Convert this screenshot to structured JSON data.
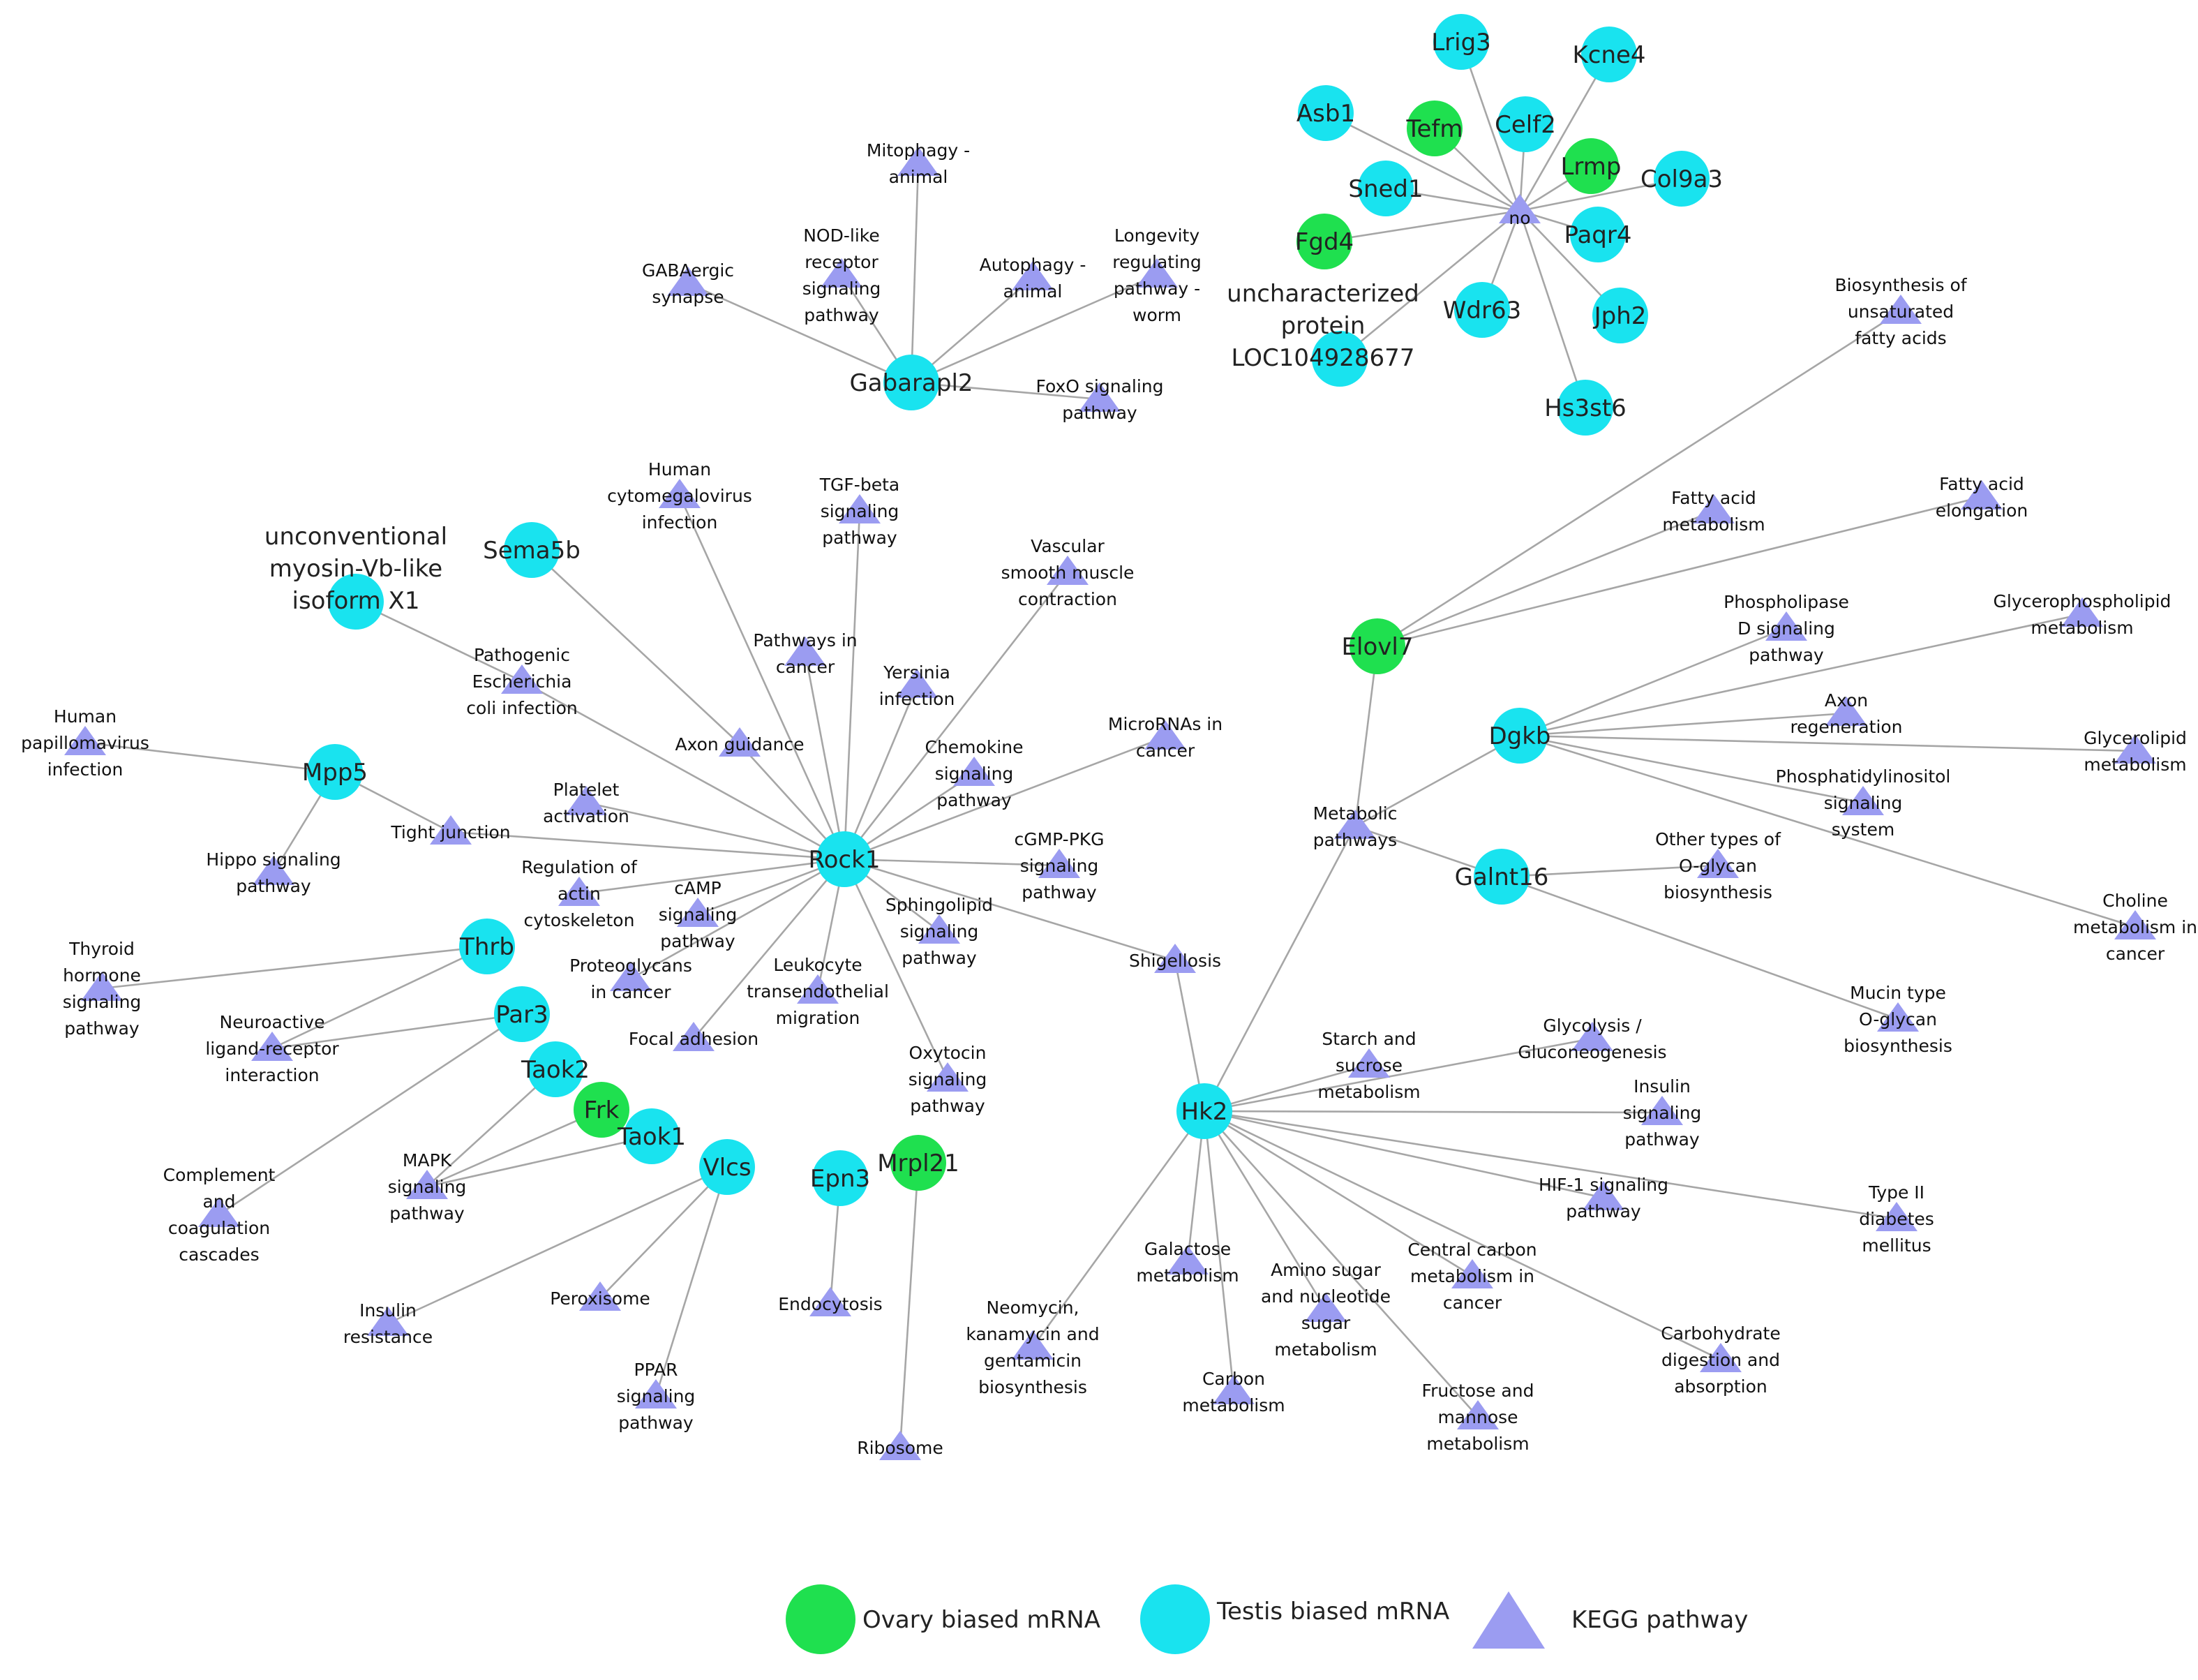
{
  "colors": {
    "ovary": "#1fe04f",
    "testis": "#19e3ef",
    "pathway": "#9b9cf1",
    "edge": "#a6a6a6"
  },
  "legend": {
    "ovary": "Ovary biased mRNA",
    "testis": "Testis biased mRNA",
    "pathway": "KEGG pathway"
  },
  "nodes": [
    {
      "id": "Gabarapl2",
      "label": "Gabarapl2",
      "kind": "testis"
    },
    {
      "id": "Rock1",
      "label": "Rock1",
      "kind": "testis"
    },
    {
      "id": "Hk2",
      "label": "Hk2",
      "kind": "testis"
    },
    {
      "id": "Dgkb",
      "label": "Dgkb",
      "kind": "testis"
    },
    {
      "id": "Galnt16",
      "label": "Galnt16",
      "kind": "testis"
    },
    {
      "id": "Elovl7",
      "label": "Elovl7",
      "kind": "ovary"
    },
    {
      "id": "Mpp5",
      "label": "Mpp5",
      "kind": "testis"
    },
    {
      "id": "Sema5b",
      "label": "Sema5b",
      "kind": "testis"
    },
    {
      "id": "Myo5b",
      "label": "unconventional\nmyosin-Vb-like\nisoform X1",
      "kind": "testis"
    },
    {
      "id": "Thrb",
      "label": "Thrb",
      "kind": "testis"
    },
    {
      "id": "Par3",
      "label": "Par3",
      "kind": "testis"
    },
    {
      "id": "Taok2",
      "label": "Taok2",
      "kind": "testis"
    },
    {
      "id": "Frk",
      "label": "Frk",
      "kind": "ovary"
    },
    {
      "id": "Taok1",
      "label": "Taok1",
      "kind": "testis"
    },
    {
      "id": "Vlcs",
      "label": "Vlcs",
      "kind": "testis"
    },
    {
      "id": "Epn3",
      "label": "Epn3",
      "kind": "testis"
    },
    {
      "id": "Mrpl21",
      "label": "Mrpl21",
      "kind": "ovary"
    },
    {
      "id": "Lrig3",
      "label": "Lrig3",
      "kind": "testis"
    },
    {
      "id": "Kcne4",
      "label": "Kcne4",
      "kind": "testis"
    },
    {
      "id": "Asb1",
      "label": "Asb1",
      "kind": "testis"
    },
    {
      "id": "Tefm",
      "label": "Tefm",
      "kind": "ovary"
    },
    {
      "id": "Celf2",
      "label": "Celf2",
      "kind": "testis"
    },
    {
      "id": "Lrmp",
      "label": "Lrmp",
      "kind": "ovary"
    },
    {
      "id": "Col9a3",
      "label": "Col9a3",
      "kind": "testis"
    },
    {
      "id": "Sned1",
      "label": "Sned1",
      "kind": "testis"
    },
    {
      "id": "Fgd4",
      "label": "Fgd4",
      "kind": "ovary"
    },
    {
      "id": "Paqr4",
      "label": "Paqr4",
      "kind": "testis"
    },
    {
      "id": "Wdr63",
      "label": "Wdr63",
      "kind": "testis"
    },
    {
      "id": "Jph2",
      "label": "Jph2",
      "kind": "testis"
    },
    {
      "id": "LOC104928677",
      "label": "uncharacterized\nprotein\nLOC104928677",
      "kind": "testis"
    },
    {
      "id": "Hs3st6",
      "label": "Hs3st6",
      "kind": "testis"
    },
    {
      "id": "no",
      "label": "no",
      "kind": "pathway"
    },
    {
      "id": "p_mitophagy",
      "label": "Mitophagy -\nanimal",
      "kind": "pathway"
    },
    {
      "id": "p_nod",
      "label": "NOD-like\nreceptor\nsignaling\npathway",
      "kind": "pathway"
    },
    {
      "id": "p_gaba",
      "label": "GABAergic\nsynapse",
      "kind": "pathway"
    },
    {
      "id": "p_autophagy",
      "label": "Autophagy -\nanimal",
      "kind": "pathway"
    },
    {
      "id": "p_longevity",
      "label": "Longevity\nregulating\npathway -\nworm",
      "kind": "pathway"
    },
    {
      "id": "p_foxo",
      "label": "FoxO signaling\npathway",
      "kind": "pathway"
    },
    {
      "id": "p_hcmv",
      "label": "Human\ncytomegalovirus\ninfection",
      "kind": "pathway"
    },
    {
      "id": "p_tgf",
      "label": "TGF-beta\nsignaling\npathway",
      "kind": "pathway"
    },
    {
      "id": "p_vsmc",
      "label": "Vascular\nsmooth muscle\ncontraction",
      "kind": "pathway"
    },
    {
      "id": "p_pic",
      "label": "Pathways in\ncancer",
      "kind": "pathway"
    },
    {
      "id": "p_yersinia",
      "label": "Yersinia\ninfection",
      "kind": "pathway"
    },
    {
      "id": "p_ecoli",
      "label": "Pathogenic\nEscherichia\ncoli infection",
      "kind": "pathway"
    },
    {
      "id": "p_axon",
      "label": "Axon guidance",
      "kind": "pathway"
    },
    {
      "id": "p_chemokine",
      "label": "Chemokine\nsignaling\npathway",
      "kind": "pathway"
    },
    {
      "id": "p_mirna",
      "label": "MicroRNAs in\ncancer",
      "kind": "pathway"
    },
    {
      "id": "p_hpv",
      "label": "Human\npapillomavirus\ninfection",
      "kind": "pathway"
    },
    {
      "id": "p_platelet",
      "label": "Platelet\nactivation",
      "kind": "pathway"
    },
    {
      "id": "p_tight",
      "label": "Tight junction",
      "kind": "pathway"
    },
    {
      "id": "p_hippo",
      "label": "Hippo signaling\npathway",
      "kind": "pathway"
    },
    {
      "id": "p_cgmp",
      "label": "cGMP-PKG\nsignaling\npathway",
      "kind": "pathway"
    },
    {
      "id": "p_actin",
      "label": "Regulation of\nactin\ncytoskeleton",
      "kind": "pathway"
    },
    {
      "id": "p_camp",
      "label": "cAMP\nsignaling\npathway",
      "kind": "pathway"
    },
    {
      "id": "p_sphingo",
      "label": "Sphingolipid\nsignaling\npathway",
      "kind": "pathway"
    },
    {
      "id": "p_shigellosis",
      "label": "Shigellosis",
      "kind": "pathway"
    },
    {
      "id": "p_thyroid",
      "label": "Thyroid\nhormone\nsignaling\npathway",
      "kind": "pathway"
    },
    {
      "id": "p_proteo",
      "label": "Proteoglycans\nin cancer",
      "kind": "pathway"
    },
    {
      "id": "p_leuko",
      "label": "Leukocyte\ntransendothelial\nmigration",
      "kind": "pathway"
    },
    {
      "id": "p_neuro",
      "label": "Neuroactive\nligand-receptor\ninteraction",
      "kind": "pathway"
    },
    {
      "id": "p_focal",
      "label": "Focal adhesion",
      "kind": "pathway"
    },
    {
      "id": "p_oxytocin",
      "label": "Oxytocin\nsignaling\npathway",
      "kind": "pathway"
    },
    {
      "id": "p_mapk",
      "label": "MAPK\nsignaling\npathway",
      "kind": "pathway"
    },
    {
      "id": "p_complement",
      "label": "Complement\nand\ncoagulation\ncascades",
      "kind": "pathway"
    },
    {
      "id": "p_peroxisome",
      "label": "Peroxisome",
      "kind": "pathway"
    },
    {
      "id": "p_insres",
      "label": "Insulin\nresistance",
      "kind": "pathway"
    },
    {
      "id": "p_ppar",
      "label": "PPAR\nsignaling\npathway",
      "kind": "pathway"
    },
    {
      "id": "p_endocytosis",
      "label": "Endocytosis",
      "kind": "pathway"
    },
    {
      "id": "p_ribosome",
      "label": "Ribosome",
      "kind": "pathway"
    },
    {
      "id": "p_biounsat",
      "label": "Biosynthesis of\nunsaturated\nfatty acids",
      "kind": "pathway"
    },
    {
      "id": "p_fam",
      "label": "Fatty acid\nmetabolism",
      "kind": "pathway"
    },
    {
      "id": "p_fae",
      "label": "Fatty acid\nelongation",
      "kind": "pathway"
    },
    {
      "id": "p_pld",
      "label": "Phospholipase\nD signaling\npathway",
      "kind": "pathway"
    },
    {
      "id": "p_gpl",
      "label": "Glycerophospholipid\nmetabolism",
      "kind": "pathway"
    },
    {
      "id": "p_axonreg",
      "label": "Axon\nregeneration",
      "kind": "pathway"
    },
    {
      "id": "p_glycerolipid",
      "label": "Glycerolipid\nmetabolism",
      "kind": "pathway"
    },
    {
      "id": "p_metabolic",
      "label": "Metabolic\npathways",
      "kind": "pathway"
    },
    {
      "id": "p_pi",
      "label": "Phosphatidylinositol\nsignaling\nsystem",
      "kind": "pathway"
    },
    {
      "id": "p_otherglycan",
      "label": "Other types of\nO-glycan\nbiosynthesis",
      "kind": "pathway"
    },
    {
      "id": "p_choline",
      "label": "Choline\nmetabolism in\ncancer",
      "kind": "pathway"
    },
    {
      "id": "p_mucin",
      "label": "Mucin type\nO-glycan\nbiosynthesis",
      "kind": "pathway"
    },
    {
      "id": "p_starch",
      "label": "Starch and\nsucrose\nmetabolism",
      "kind": "pathway"
    },
    {
      "id": "p_glycolysis",
      "label": "Glycolysis /\nGluconeogenesis",
      "kind": "pathway"
    },
    {
      "id": "p_insulin",
      "label": "Insulin\nsignaling\npathway",
      "kind": "pathway"
    },
    {
      "id": "p_hif",
      "label": "HIF-1 signaling\npathway",
      "kind": "pathway"
    },
    {
      "id": "p_t2d",
      "label": "Type II\ndiabetes\nmellitus",
      "kind": "pathway"
    },
    {
      "id": "p_galactose",
      "label": "Galactose\nmetabolism",
      "kind": "pathway"
    },
    {
      "id": "p_aminosugar",
      "label": "Amino sugar\nand nucleotide\nsugar\nmetabolism",
      "kind": "pathway"
    },
    {
      "id": "p_ccm",
      "label": "Central carbon\nmetabolism in\ncancer",
      "kind": "pathway"
    },
    {
      "id": "p_neomycin",
      "label": "Neomycin,\nkanamycin and\ngentamicin\nbiosynthesis",
      "kind": "pathway"
    },
    {
      "id": "p_carbdig",
      "label": "Carbohydrate\ndigestion and\nabsorption",
      "kind": "pathway"
    },
    {
      "id": "p_carbon",
      "label": "Carbon\nmetabolism",
      "kind": "pathway"
    },
    {
      "id": "p_fructose",
      "label": "Fructose and\nmannose\nmetabolism",
      "kind": "pathway"
    }
  ],
  "edges": [
    [
      "Gabarapl2",
      "p_mitophagy"
    ],
    [
      "Gabarapl2",
      "p_nod"
    ],
    [
      "Gabarapl2",
      "p_gaba"
    ],
    [
      "Gabarapl2",
      "p_autophagy"
    ],
    [
      "Gabarapl2",
      "p_longevity"
    ],
    [
      "Gabarapl2",
      "p_foxo"
    ],
    [
      "no",
      "Lrig3"
    ],
    [
      "no",
      "Kcne4"
    ],
    [
      "no",
      "Asb1"
    ],
    [
      "no",
      "Tefm"
    ],
    [
      "no",
      "Celf2"
    ],
    [
      "no",
      "Lrmp"
    ],
    [
      "no",
      "Col9a3"
    ],
    [
      "no",
      "Sned1"
    ],
    [
      "no",
      "Fgd4"
    ],
    [
      "no",
      "Paqr4"
    ],
    [
      "no",
      "Wdr63"
    ],
    [
      "no",
      "Jph2"
    ],
    [
      "no",
      "LOC104928677"
    ],
    [
      "no",
      "Hs3st6"
    ],
    [
      "Rock1",
      "p_hcmv"
    ],
    [
      "Rock1",
      "p_tgf"
    ],
    [
      "Rock1",
      "p_vsmc"
    ],
    [
      "Rock1",
      "p_pic"
    ],
    [
      "Rock1",
      "p_yersinia"
    ],
    [
      "Rock1",
      "p_ecoli"
    ],
    [
      "Rock1",
      "p_axon"
    ],
    [
      "Rock1",
      "p_chemokine"
    ],
    [
      "Rock1",
      "p_mirna"
    ],
    [
      "Rock1",
      "p_platelet"
    ],
    [
      "Rock1",
      "p_tight"
    ],
    [
      "Rock1",
      "p_cgmp"
    ],
    [
      "Rock1",
      "p_actin"
    ],
    [
      "Rock1",
      "p_camp"
    ],
    [
      "Rock1",
      "p_sphingo"
    ],
    [
      "Rock1",
      "p_shigellosis"
    ],
    [
      "Rock1",
      "p_proteo"
    ],
    [
      "Rock1",
      "p_leuko"
    ],
    [
      "Rock1",
      "p_focal"
    ],
    [
      "Rock1",
      "p_oxytocin"
    ],
    [
      "Sema5b",
      "p_axon"
    ],
    [
      "Myo5b",
      "p_ecoli"
    ],
    [
      "Mpp5",
      "p_hpv"
    ],
    [
      "Mpp5",
      "p_tight"
    ],
    [
      "Mpp5",
      "p_hippo"
    ],
    [
      "Thrb",
      "p_thyroid"
    ],
    [
      "Thrb",
      "p_neuro"
    ],
    [
      "Par3",
      "p_neuro"
    ],
    [
      "Par3",
      "p_complement"
    ],
    [
      "Taok2",
      "p_mapk"
    ],
    [
      "Frk",
      "p_mapk"
    ],
    [
      "Taok1",
      "p_mapk"
    ],
    [
      "Vlcs",
      "p_peroxisome"
    ],
    [
      "Vlcs",
      "p_insres"
    ],
    [
      "Vlcs",
      "p_ppar"
    ],
    [
      "Epn3",
      "p_endocytosis"
    ],
    [
      "Mrpl21",
      "p_ribosome"
    ],
    [
      "Elovl7",
      "p_biounsat"
    ],
    [
      "Elovl7",
      "p_fam"
    ],
    [
      "Elovl7",
      "p_fae"
    ],
    [
      "Elovl7",
      "p_metabolic"
    ],
    [
      "Dgkb",
      "p_pld"
    ],
    [
      "Dgkb",
      "p_gpl"
    ],
    [
      "Dgkb",
      "p_axonreg"
    ],
    [
      "Dgkb",
      "p_glycerolipid"
    ],
    [
      "Dgkb",
      "p_pi"
    ],
    [
      "Dgkb",
      "p_choline"
    ],
    [
      "Dgkb",
      "p_metabolic"
    ],
    [
      "Galnt16",
      "p_metabolic"
    ],
    [
      "Galnt16",
      "p_otherglycan"
    ],
    [
      "Galnt16",
      "p_mucin"
    ],
    [
      "Hk2",
      "p_metabolic"
    ],
    [
      "Hk2",
      "p_shigellosis"
    ],
    [
      "Hk2",
      "p_starch"
    ],
    [
      "Hk2",
      "p_glycolysis"
    ],
    [
      "Hk2",
      "p_insulin"
    ],
    [
      "Hk2",
      "p_hif"
    ],
    [
      "Hk2",
      "p_t2d"
    ],
    [
      "Hk2",
      "p_galactose"
    ],
    [
      "Hk2",
      "p_aminosugar"
    ],
    [
      "Hk2",
      "p_ccm"
    ],
    [
      "Hk2",
      "p_neomycin"
    ],
    [
      "Hk2",
      "p_carbdig"
    ],
    [
      "Hk2",
      "p_carbon"
    ],
    [
      "Hk2",
      "p_fructose"
    ]
  ]
}
